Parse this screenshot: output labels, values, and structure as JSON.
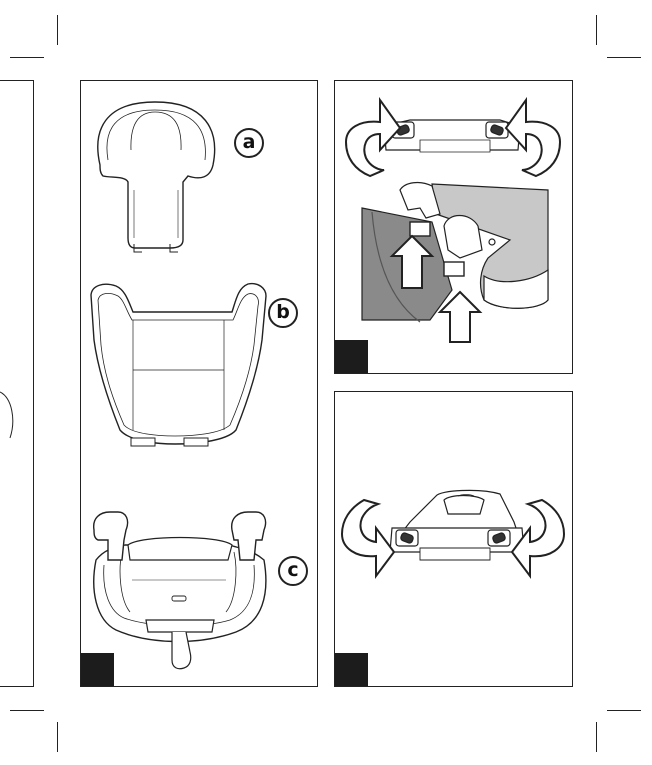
{
  "page": {
    "part_labels": [
      "a",
      "b",
      "c"
    ]
  },
  "panels": {
    "left": {
      "parts": [
        {
          "label": "a",
          "icon": "headrest-icon"
        },
        {
          "label": "b",
          "icon": "backrest-icon"
        },
        {
          "label": "c",
          "icon": "booster-seat-icon"
        }
      ]
    },
    "top_right": {
      "icons": [
        "rotate-left-arrow-icon",
        "rotate-right-arrow-icon",
        "up-arrow-icon",
        "up-arrow-icon",
        "seat-connector-icon"
      ]
    },
    "bottom_right": {
      "icons": [
        "rotate-left-arrow-icon",
        "rotate-right-arrow-icon",
        "seat-base-icon"
      ]
    }
  },
  "colors": {
    "ink": "#1c1c1c",
    "shade": "#8a8a8a",
    "light_shade": "#c8c8c8"
  }
}
